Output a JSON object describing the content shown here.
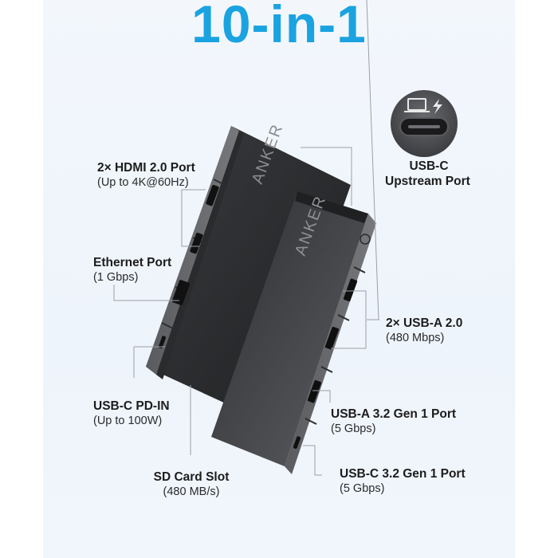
{
  "title": "10-in-1",
  "colors": {
    "title": "#1aa3e0",
    "panel": "#f2f6fb",
    "device_dark": "#2b2c2e",
    "device_gray": "#4a4b4e"
  },
  "device": {
    "brand": "ANKER"
  },
  "upstream": {
    "icon": "laptop-charging-usb-c-icon",
    "title": "USB-C",
    "subtitle": "Upstream Port"
  },
  "labels": {
    "hdmi": {
      "title": "2× HDMI 2.0 Port",
      "subtitle": "(Up to 4K@60Hz)"
    },
    "ethernet": {
      "title": "Ethernet Port",
      "subtitle": "(1 Gbps)"
    },
    "pd_in": {
      "title": "USB-C PD-IN",
      "subtitle": "(Up to 100W)"
    },
    "sd_card": {
      "title": "SD Card Slot",
      "subtitle": "(480 MB/s)"
    },
    "usb_a_20": {
      "title": "2× USB-A 2.0",
      "subtitle": "(480 Mbps)"
    },
    "usb_a_32": {
      "title": "USB-A 3.2 Gen 1 Port",
      "subtitle": "(5 Gbps)"
    },
    "usb_c_32": {
      "title": "USB-C 3.2 Gen 1 Port",
      "subtitle": "(5 Gbps)"
    }
  }
}
